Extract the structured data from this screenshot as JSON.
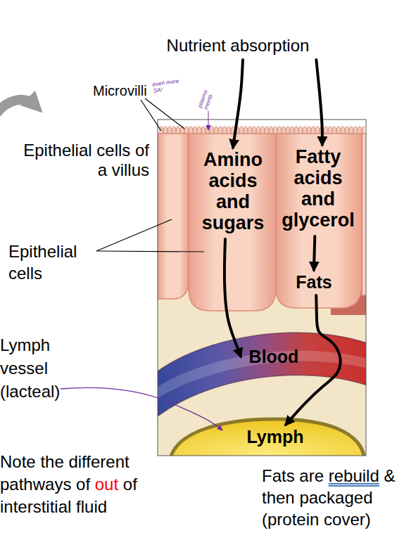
{
  "diagram": {
    "nodes": [
      {
        "text": [
          "Nutrient absorption"
        ]
      },
      {
        "text": [
          "Amino acids and sugars"
        ]
      },
      {
        "text": [
          "Fatty acids and glycerol"
        ]
      },
      {
        "text": [
          "Fats"
        ]
      },
      {
        "text": [
          "Blood"
        ]
      },
      {
        "text": [
          "Lymph"
        ]
      }
    ],
    "edges": [
      {
        "from": 0,
        "to": 1,
        "arrow": "to"
      },
      {
        "from": 0,
        "to": 2,
        "arrow": "to"
      },
      {
        "from": 1,
        "to": 4,
        "arrow": "to"
      },
      {
        "from": 2,
        "to": 3,
        "arrow": "to"
      },
      {
        "from": 3,
        "to": 5,
        "arrow": "to"
      }
    ],
    "labels": [
      "Microvilli",
      "even more SA!",
      "plasma memb",
      "Epithelial cells of a villus",
      "Epithelial cells",
      "Lymph vessel (lacteal)",
      "Note the different pathways of out of interstitial fluid",
      "Fats are rebuild & then packaged (protein cover)"
    ]
  }
}
